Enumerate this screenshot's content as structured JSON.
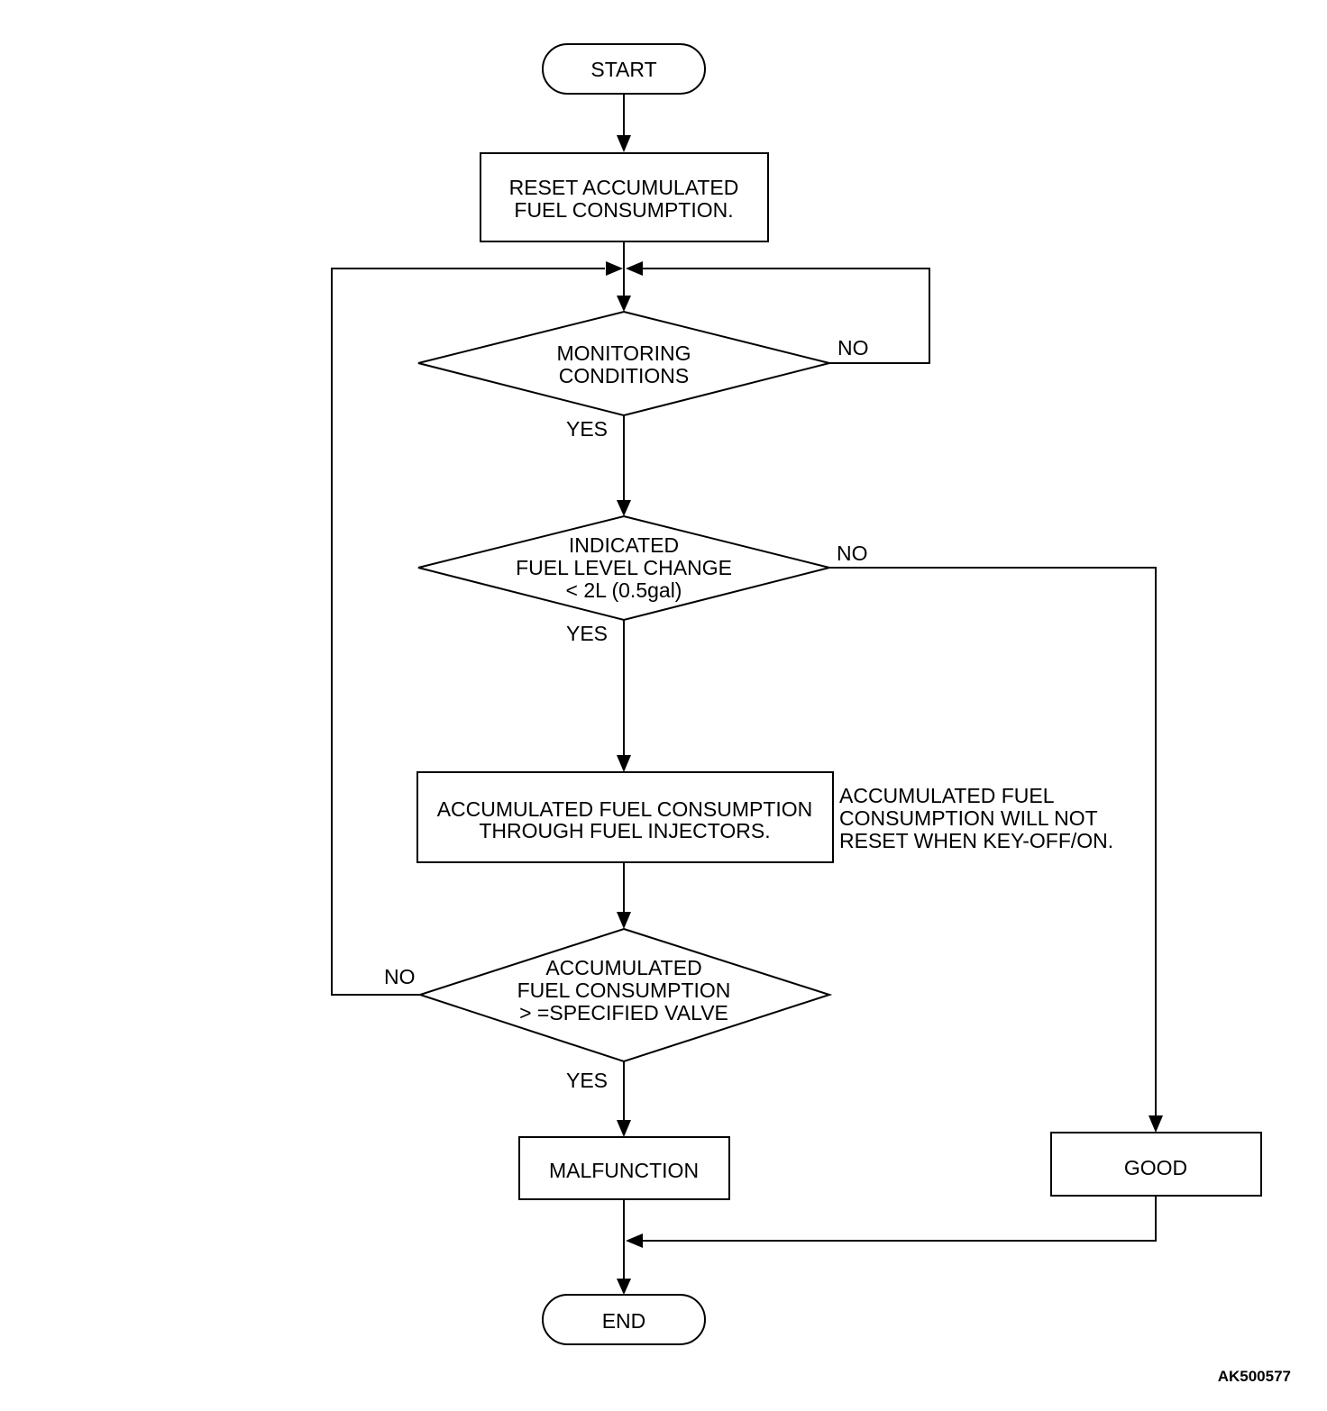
{
  "figure_id": "AK500577",
  "nodes": {
    "start": "START",
    "reset": [
      "RESET ACCUMULATED",
      "FUEL CONSUMPTION."
    ],
    "monitoring": [
      "MONITORING",
      "CONDITIONS"
    ],
    "fuel_level": [
      "INDICATED",
      "FUEL LEVEL CHANGE",
      "< 2L (0.5gal)"
    ],
    "accumulate": [
      "ACCUMULATED FUEL CONSUMPTION",
      "THROUGH FUEL INJECTORS."
    ],
    "note": [
      "ACCUMULATED FUEL",
      "CONSUMPTION WILL NOT",
      "RESET WHEN KEY-OFF/ON."
    ],
    "threshold": [
      "ACCUMULATED",
      "FUEL  CONSUMPTION",
      "> =SPECIFIED VALVE"
    ],
    "malfunction": "MALFUNCTION",
    "good": "GOOD",
    "end": "END"
  },
  "edge_labels": {
    "monitoring_no": "NO",
    "monitoring_yes": "YES",
    "fuel_level_no": "NO",
    "fuel_level_yes": "YES",
    "threshold_no": "NO",
    "threshold_yes": "YES"
  }
}
